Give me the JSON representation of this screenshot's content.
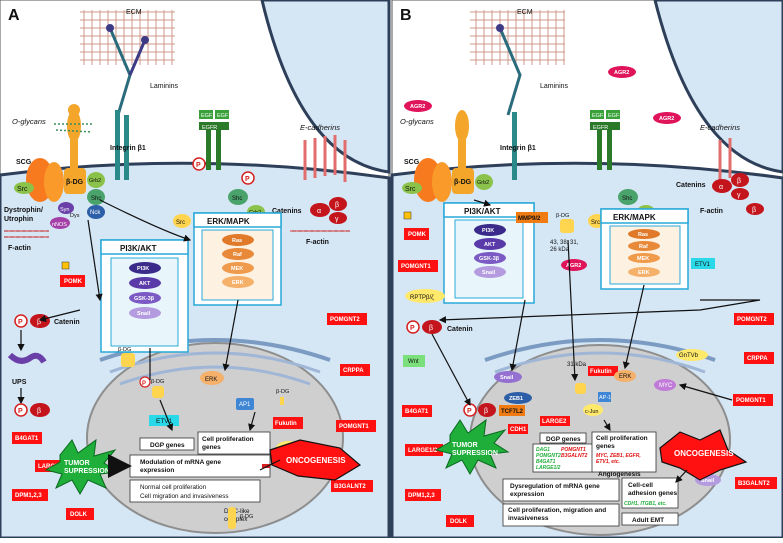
{
  "panels": {
    "a": "A",
    "b": "B"
  },
  "ecm": "ECM",
  "laminins": "Laminins",
  "o_glycans": "O-glycans",
  "integrin": "Integrin β1",
  "scg": "SCG",
  "src": "Src",
  "bdg": "β-DG",
  "grb2": "Grb2",
  "shc": "Shc",
  "nck": "Nck",
  "syn": "Syn",
  "dys": "Dys",
  "nnos": "nNOS",
  "dystrophin": "Dystrophin/",
  "utrophin": "Utrophin",
  "factin": "F-actin",
  "egf": "EGF",
  "egfr": "EGFR",
  "ecadherins": "E-cadherins",
  "catenins": "Catenins",
  "catenin": "Catenin",
  "alpha": "α",
  "beta": "β",
  "gamma": "γ",
  "p": "P",
  "pi3k_akt": "PI3K/AKT",
  "erk_mapk": "ERK/MAPK",
  "pi3k": "PI3K",
  "akt": "AKT",
  "gsk": "GSK-3β",
  "snail": "Snail",
  "ras": "Ras",
  "raf": "Raf",
  "mek": "MEK",
  "erk": "ERK",
  "pomk": "POMK",
  "ups": "UPS",
  "etv1": "ETV1",
  "ap1": "AP1",
  "ap1b": "AP-1",
  "fukutin": "Fukutin",
  "cjun": "c-Jun",
  "dgp_genes": "DGP genes",
  "cell_prolif_genes": "Cell proliferation\ngenes",
  "cell_prolif_genes_b": "Cell proliferation\ngenes",
  "modulation": "Modulation of mRNA gene\nexpression",
  "normal_prolif": "Normal cell proliferation",
  "migration": "Cell migration and invasiveness",
  "tumor": "TUMOR\nSUPRESSION",
  "oncogenesis": "ONCOGENESIS",
  "dgc_like": "DGC-like\ncomplex",
  "enzymes_left": [
    "B4GAT1",
    "LARGE1/2",
    "DPM1,2,3",
    "DOLK"
  ],
  "enzymes_right": [
    "POMGNT2",
    "CRPPA",
    "POMGNT1",
    "B3GALNT2"
  ],
  "agr2": "AGR2",
  "mmp": "MMP9/2",
  "kda": "43, 38, 31,\n26 kDa",
  "kda31": "31 kDa",
  "pomgnt1": "POMGNT1",
  "rptp": "RPTPβ/ζ",
  "wnt": "Wnt",
  "zeb1": "ZEB1",
  "tcf7l2": "TCF7L2",
  "cdh1": "CDH1",
  "large2": "LARGE2",
  "gnt": "GnTVb",
  "myc": "MYC",
  "dgp_list_green": "DAG1\nPOMGNT2\nB4GAT1\nLARGE1/2",
  "dgp_list_red": "POMGNT1\nB3GALNT2",
  "prolif_list_red": "MYC, ZEB1, EGFR,\nETV1, etc.",
  "angiogenesis": "Angiogenesis",
  "dysregulation": "Dysregulation of mRNA gene\nexpression",
  "adhesion_genes": "Cell-cell\nadhesion genes",
  "adhesion_list": "CDH1, ITGB1, etc.",
  "prolif_mig": "Cell proliferation, migration and\ninvasiveness",
  "adult_emt": "Adult EMT"
}
